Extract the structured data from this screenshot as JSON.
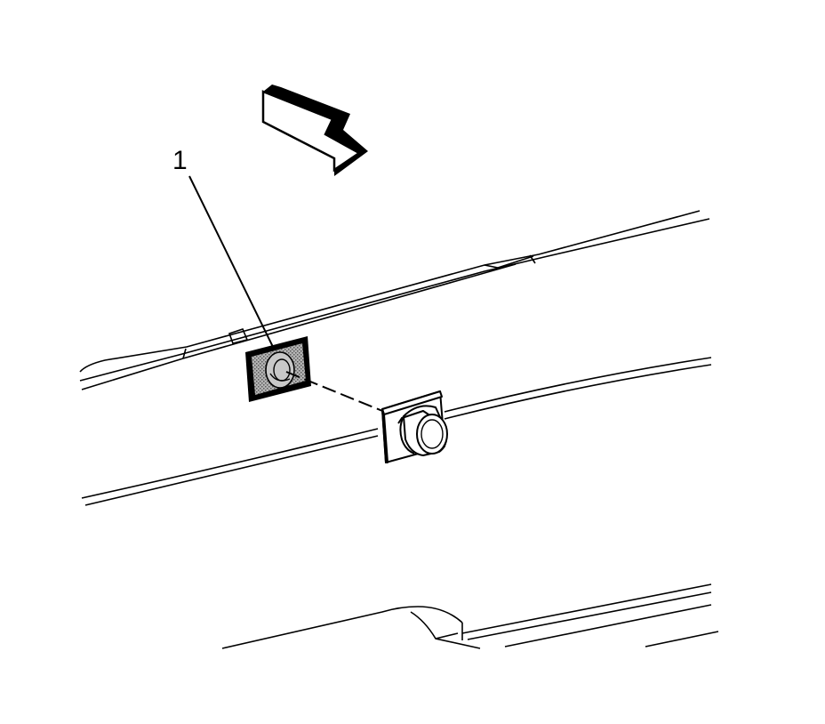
{
  "diagram": {
    "callouts": [
      {
        "number": "1",
        "target": "sensor-mounting-hole"
      }
    ],
    "direction_arrow": {
      "meaning": "view-direction"
    },
    "colors": {
      "line": "#000000",
      "background": "#ffffff",
      "shaded": "#9a9a9a",
      "screen_dot": "#5a5a5a"
    }
  }
}
